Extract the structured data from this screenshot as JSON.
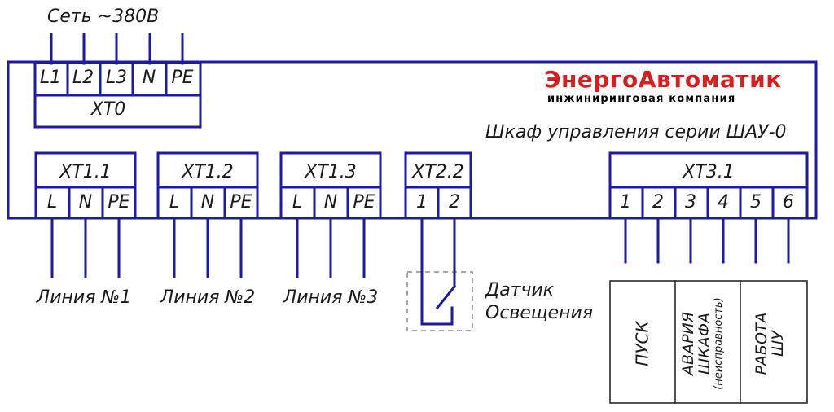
{
  "supply": {
    "label": "Сеть ~380В"
  },
  "xt0": {
    "title": "XT0",
    "terminals": [
      "L1",
      "L2",
      "L3",
      "N",
      "PE"
    ]
  },
  "brand": {
    "name_part1": "Энерго",
    "name_part2": "Автоматик",
    "tagline": "инжиниринговая компания",
    "accent_color": "#d81e1e"
  },
  "cabinet": {
    "title": "Шкаф управления серии ШАУ-0"
  },
  "xt11": {
    "title": "XT1.1",
    "terminals": [
      "L",
      "N",
      "PE"
    ],
    "line_label": "Линия №1"
  },
  "xt12": {
    "title": "XT1.2",
    "terminals": [
      "L",
      "N",
      "PE"
    ],
    "line_label": "Линия №2"
  },
  "xt13": {
    "title": "XT1.3",
    "terminals": [
      "L",
      "N",
      "PE"
    ],
    "line_label": "Линия №3"
  },
  "xt22": {
    "title": "XT2.2",
    "terminals": [
      "1",
      "2"
    ]
  },
  "sensor": {
    "line1": "Датчик",
    "line2": "Освещения"
  },
  "xt31": {
    "title": "XT3.1",
    "terminals": [
      "1",
      "2",
      "3",
      "4",
      "5",
      "6"
    ]
  },
  "signals": {
    "start": "ПУСК",
    "alarm_line1": "АВАРИЯ",
    "alarm_line2": "ШКАФА",
    "alarm_sub": "(неисправность)",
    "work_line1": "РАБОТА",
    "work_line2": "ШУ"
  },
  "colors": {
    "wire": "#1d1aa8",
    "text": "#1a1a1a",
    "dashed": "#8a8a8a"
  }
}
